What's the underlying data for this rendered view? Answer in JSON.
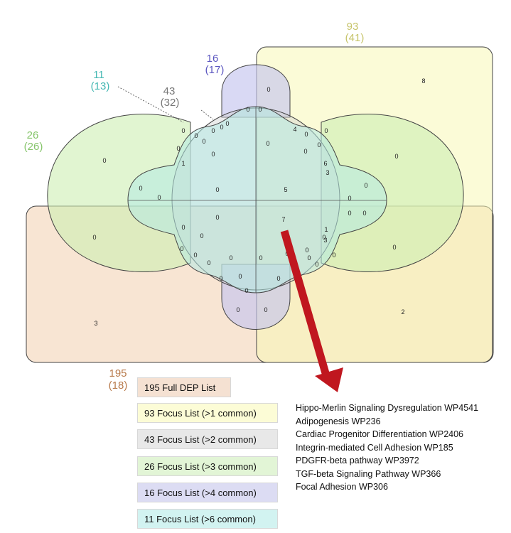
{
  "sets": [
    {
      "key": "full",
      "size": "195",
      "sub": "(18)",
      "color": "#b87a4b",
      "fill": "#f2cfae"
    },
    {
      "key": "gt1",
      "size": "93",
      "sub": "(41)",
      "color": "#c7c46a",
      "fill": "#f7f7b6"
    },
    {
      "key": "gt2",
      "size": "43",
      "sub": "(32)",
      "color": "#777777",
      "fill": "#d2d2d2"
    },
    {
      "key": "gt3",
      "size": "26",
      "sub": "(26)",
      "color": "#86c56b",
      "fill": "#cdeeb3"
    },
    {
      "key": "gt4",
      "size": "16",
      "sub": "(17)",
      "color": "#5b56c0",
      "fill": "#c4c4ee"
    },
    {
      "key": "gt6",
      "size": "11",
      "sub": "(13)",
      "color": "#45b8b3",
      "fill": "#b4eae4"
    }
  ],
  "legend": [
    {
      "label": "195 Full DEP List",
      "color": "#f5e1d2"
    },
    {
      "label": "93 Focus List (>1 common)",
      "color": "#fcfcd6"
    },
    {
      "label": "43 Focus List (>2 common)",
      "color": "#e8e8e8"
    },
    {
      "label": "26 Focus List (>3 common)",
      "color": "#e2f5d6"
    },
    {
      "label": "16 Focus List (>4 common)",
      "color": "#dcdcf3"
    },
    {
      "label": "11 Focus List (>6 common)",
      "color": "#d2f3f1"
    }
  ],
  "region_counts": [
    "0",
    "8",
    "0",
    "0",
    "0",
    "0",
    "0",
    "0",
    "0",
    "0",
    "0",
    "4",
    "0",
    "0",
    "6",
    "0",
    "0",
    "3",
    "0",
    "1",
    "5",
    "0",
    "0",
    "0",
    "7",
    "0",
    "1",
    "0",
    "3",
    "0",
    "0",
    "0",
    "0",
    "0",
    "0",
    "0",
    "0",
    "0",
    "0",
    "0",
    "0",
    "0",
    "0",
    "0",
    "0",
    "0",
    "0",
    "0",
    "0",
    "0",
    "0",
    "0",
    "0",
    "0",
    "0",
    "0",
    "3",
    "2"
  ],
  "pathways": [
    "Hippo-Merlin Signaling Dysregulation WP4541",
    "Adipogenesis WP236",
    "Cardiac Progenitor Differentiation WP2406",
    "Integrin-mediated Cell Adhesion WP185",
    "PDGFR-beta pathway WP3972",
    "TGF-beta Signaling Pathway WP366",
    "Focal Adhesion WP306"
  ],
  "arrow_color": "#c0171f"
}
